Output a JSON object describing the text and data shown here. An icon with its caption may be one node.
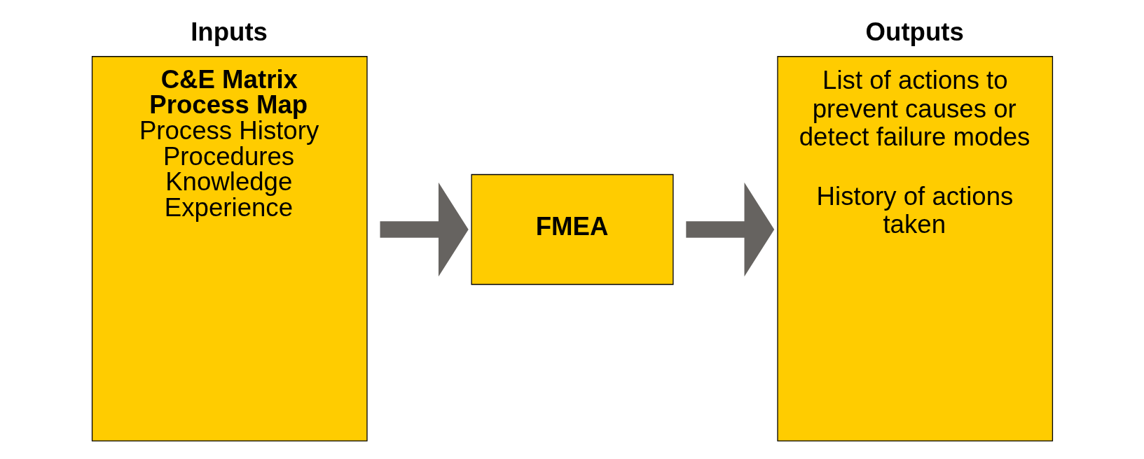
{
  "diagram": {
    "nodes": [
      {
        "text": [
          "Inputs",
          "C&E Matrix",
          "Process Map",
          "Process History",
          "Procedures",
          "Knowledge",
          "Experience"
        ]
      },
      {
        "text": [
          "FMEA"
        ]
      },
      {
        "text": [
          "Outputs",
          "List of actions to prevent causes or detect failure modes",
          "History of actions taken"
        ]
      }
    ],
    "edges": [
      {
        "from": 0,
        "to": 1,
        "arrow": "to"
      },
      {
        "from": 1,
        "to": 2,
        "arrow": "to"
      }
    ]
  }
}
